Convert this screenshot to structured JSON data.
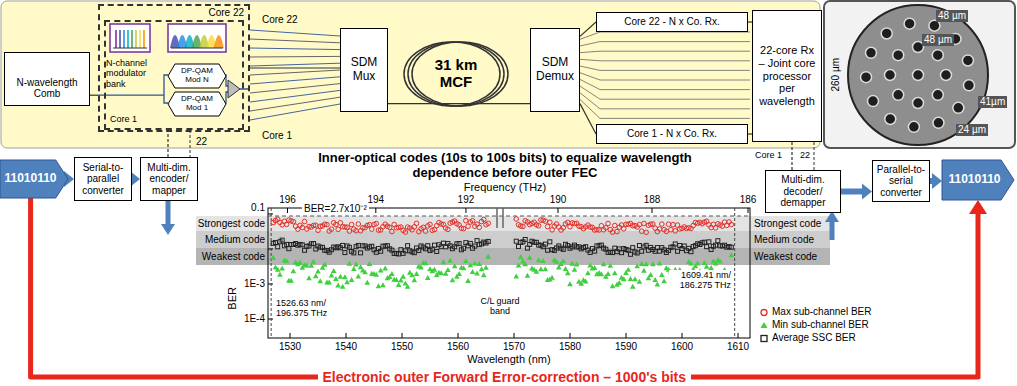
{
  "diagram": {
    "title": "Inner-optical codes (10s to 100s bits) to equalize wavelength dependence before outer FEC",
    "nodes": [
      {
        "text": [
          "N-wavelength Comb"
        ]
      },
      {
        "text": [
          "Core 22"
        ]
      },
      {
        "text": [
          "Core 1",
          "N-channel modulator bank"
        ],
        "in": 1
      },
      {
        "text": [
          "DP-QAM Mod N"
        ],
        "in": 2
      },
      {
        "text": [
          "DP-QAM Mod 1"
        ],
        "in": 2
      },
      {
        "text": [
          "SDM Mux"
        ]
      },
      {
        "text": [
          "SDM Demux"
        ]
      },
      {
        "text": [
          "Core 22 - N x Co. Rx."
        ]
      },
      {
        "text": [
          "Core 1 - N x Co. Rx."
        ]
      },
      {
        "text": [
          "22-core Rx – Joint core processor per wavelength"
        ]
      },
      {
        "text": [
          "11010110"
        ]
      },
      {
        "text": [
          "Serial-to-parallel converter"
        ]
      },
      {
        "text": [
          "Multi-dim. encoder/ mapper"
        ]
      },
      {
        "text": [
          "Multi-dim. decoder/ demapper"
        ]
      },
      {
        "text": [
          "Parallel-to-serial converter"
        ]
      },
      {
        "text": [
          "11010110"
        ]
      }
    ],
    "edges": [
      {
        "from": 0,
        "to": 1,
        "arrow": "none"
      },
      {
        "from": 1,
        "to": 5,
        "arrow": "none"
      },
      {
        "from": 5,
        "to": 6,
        "arrow": "none"
      },
      {
        "from": 6,
        "to": 7,
        "arrow": "none"
      },
      {
        "from": 6,
        "to": 8,
        "arrow": "none"
      },
      {
        "from": 7,
        "to": 9,
        "arrow": "none"
      },
      {
        "from": 8,
        "to": 9,
        "arrow": "none"
      },
      {
        "from": 10,
        "to": 11,
        "arrow": "to"
      },
      {
        "from": 11,
        "to": 12,
        "arrow": "to"
      },
      {
        "from": 12,
        "to": 2,
        "arrow": "none"
      },
      {
        "from": 9,
        "to": 13,
        "arrow": "none"
      },
      {
        "from": 13,
        "to": 14,
        "arrow": "to"
      },
      {
        "from": 14,
        "to": 15,
        "arrow": "to"
      },
      {
        "from": 10,
        "to": 15,
        "arrow": "to",
        "label": "Electronic outer Forward Error-correction – 1000's bits"
      }
    ],
    "labels": [
      "Core 22",
      "Core 1",
      "31 km MCF",
      "48 µm",
      "48 µm",
      "41µm",
      "24 µm",
      "260 µm",
      "22",
      "Core 1",
      "22",
      "Frequency (THz)",
      "196",
      "194",
      "192",
      "190",
      "188",
      "186",
      "BER=2.7x10⁻²",
      "0.1",
      "1E-3",
      "1E-4",
      "BER",
      "Strongest code",
      "Medium code",
      "Weakest code",
      "Strongest code",
      "Medium code",
      "Weakest code",
      "1526.63 nm/ 196.375 THz",
      "C/L guard band",
      "1609.41 nm/ 186.275 THz",
      "1530",
      "1540",
      "1550",
      "1560",
      "1570",
      "1580",
      "1590",
      "1600",
      "1610",
      "Wavelength (nm)"
    ],
    "legend": [
      {
        "text": "Max sub-channel BER"
      },
      {
        "text": "Min sub-channel BER"
      },
      {
        "text": "Average SSC BER"
      }
    ]
  }
}
